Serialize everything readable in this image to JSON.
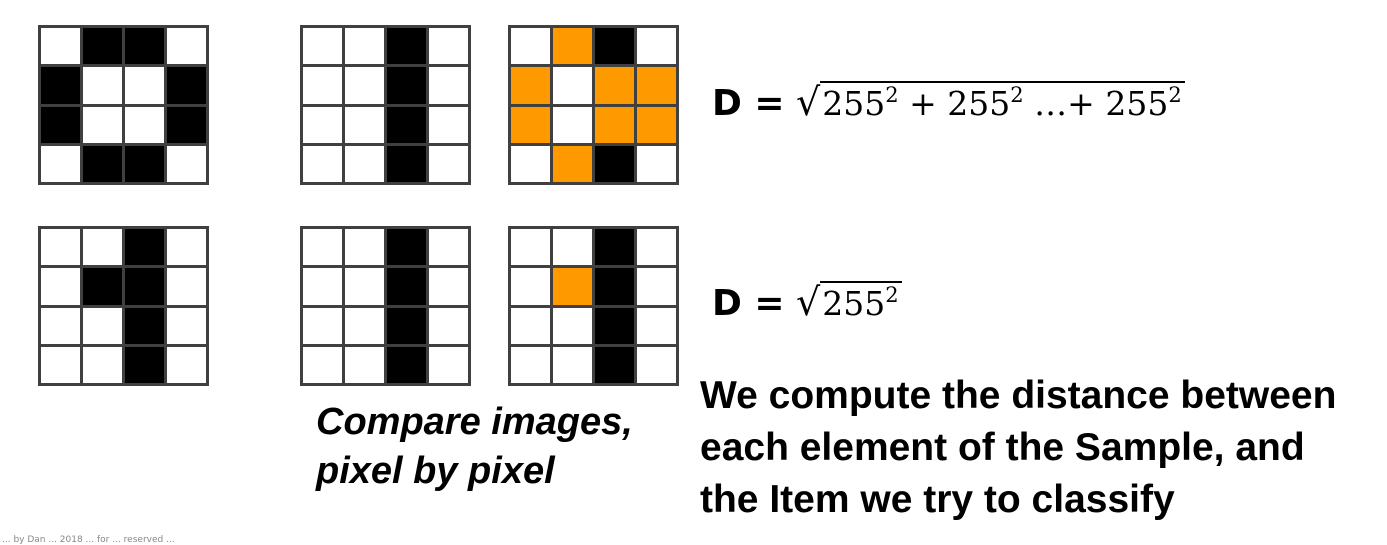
{
  "colors": {
    "black": "#000000",
    "white": "#ffffff",
    "highlight": "#ff9900",
    "border": "#404040"
  },
  "grids": {
    "row1_sample": [
      "wkkw",
      "kwwk",
      "kwwk",
      "wkkw"
    ],
    "row1_item": [
      "wwkw",
      "wwkw",
      "wwkw",
      "wwkw"
    ],
    "row1_diff": [
      "wokw",
      "owoo",
      "owoo",
      "wokw"
    ],
    "row2_sample": [
      "wwkw",
      "wkkw",
      "wwkw",
      "wwkw"
    ],
    "row2_item": [
      "wwkw",
      "wwkw",
      "wwkw",
      "wwkw"
    ],
    "row2_diff": [
      "wwkw",
      "wokw",
      "wwkw",
      "wwkw"
    ]
  },
  "formula1": {
    "lhs": "D =",
    "term": "255",
    "exponent": "2",
    "plus": "+",
    "ellipsis": "…"
  },
  "formula2": {
    "lhs": "D =",
    "term": "255",
    "exponent": "2"
  },
  "caption": {
    "line1": "Compare images,",
    "line2": "pixel by pixel"
  },
  "explanation": {
    "line1": "We compute the distance between",
    "line2": "each element of the Sample, and",
    "line3": "the Item we try to classify"
  },
  "footer": "... by Dan ... 2018 ... for ... reserved ..."
}
